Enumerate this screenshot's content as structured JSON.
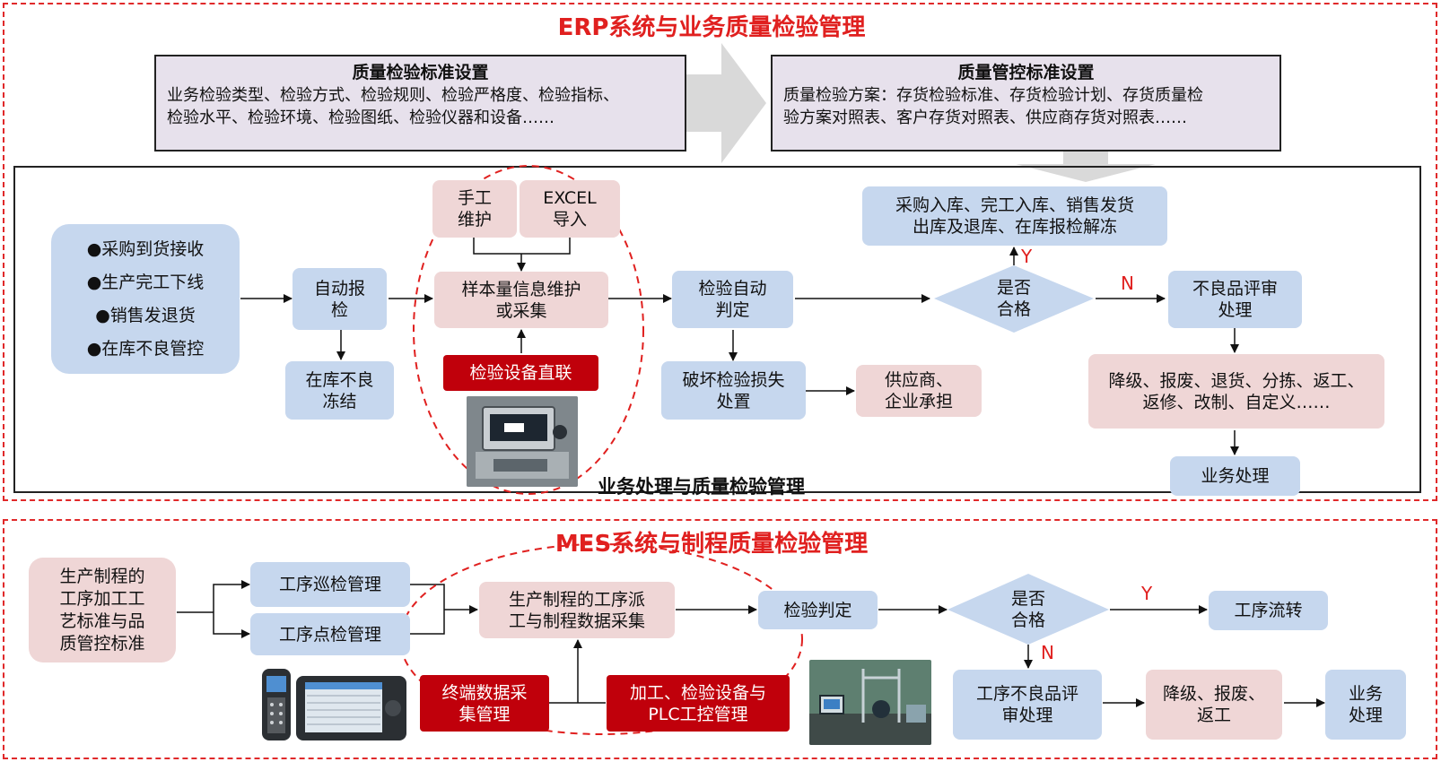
{
  "erp": {
    "title": "ERP系统与业务质量检验管理",
    "std1": {
      "header": "质量检验标准设置",
      "line1": "业务检验类型、检验方式、检验规则、检验严格度、检验指标、",
      "line2": "检验水平、检验环境、检验图纸、检验仪器和设备……"
    },
    "std2": {
      "header": "质量管控标准设置",
      "line1": "质量检验方案：存货检验标准、存货检验计划、存货质量检",
      "line2": "验方案对照表、客户存货对照表、供应商存货对照表……"
    },
    "sources": [
      "●采购到货接收",
      "●生产完工下线",
      "●销售发退货",
      "●在库不良管控"
    ],
    "auto_report": "自动报\n检",
    "freeze": "在库不良\n冻结",
    "manual": "手工\n维护",
    "excel": "EXCEL\n导入",
    "sample": "样本量信息维护\n或采集",
    "device_link": "检验设备直联",
    "auto_judge": "检验自动\n判定",
    "destructive": "破坏检验损失\n处置",
    "supplier": "供应商、\n企业承担",
    "pass_q": "是否\n合格",
    "y_label": "Y",
    "n_label": "N",
    "warehouse": "采购入库、完工入库、销售发货\n出库及退库、在库报检解冻",
    "defect_review": "不良品评审\n处理",
    "dispositions": "降级、报废、退货、分拣、返工、\n返修、改制、自定义……",
    "biz_process": "业务处理",
    "caption": "业务处理与质量检验管理"
  },
  "mes": {
    "title": "MES系统与制程质量检验管理",
    "standard": "生产制程的\n工序加工工\n艺标准与品\n质管控标准",
    "patrol": "工序巡检管理",
    "spot": "工序点检管理",
    "dispatch": "生产制程的工序派\n工与制程数据采集",
    "terminal": "终端数据采\n集管理",
    "plc": "加工、检验设备与\nPLC工控管理",
    "judge": "检验判定",
    "pass_q": "是否\n合格",
    "y_label": "Y",
    "n_label": "N",
    "flow": "工序流转",
    "defect": "工序不良品评\n审处理",
    "downgrade": "降级、报废、\n返工",
    "biz": "业务\n处理"
  },
  "colors": {
    "accent_red": "#e0201f",
    "node_blue": "#c6d7ee",
    "node_pink": "#efd6d6",
    "node_red": "#c0000b",
    "std_fill": "#e7e1ec"
  }
}
